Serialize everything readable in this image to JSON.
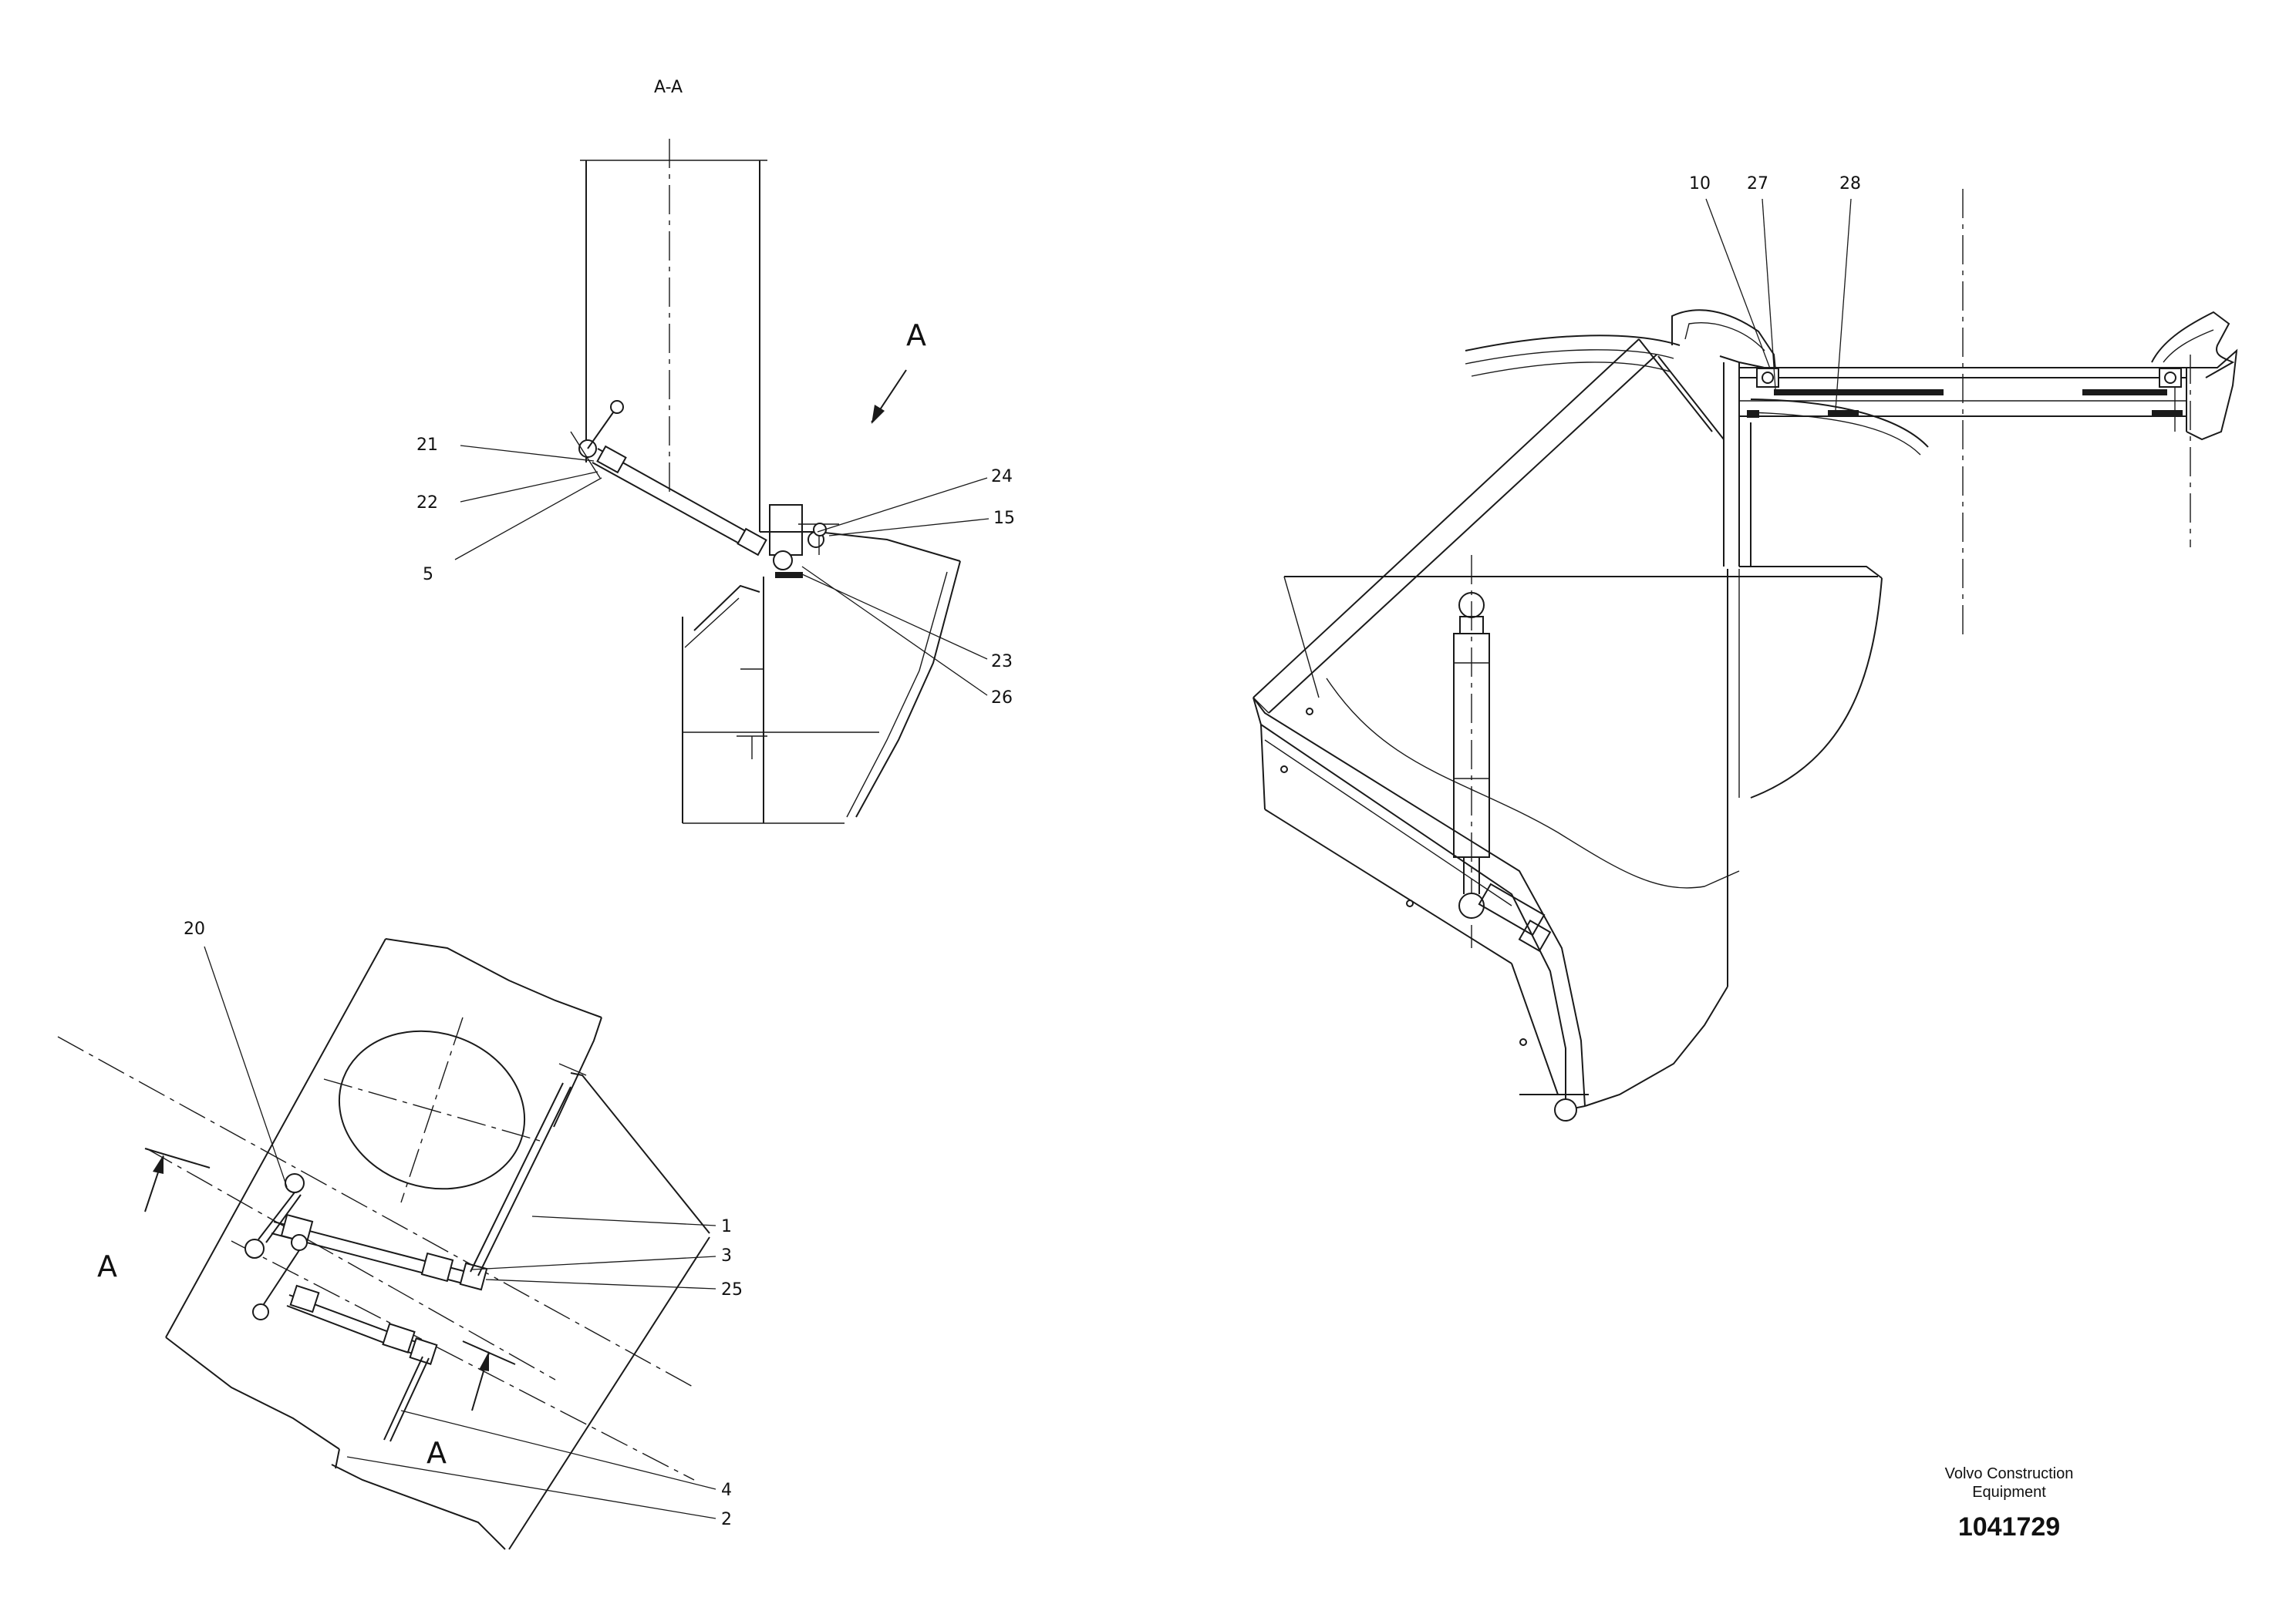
{
  "section_label": "A-A",
  "view_marker": "A",
  "callouts": {
    "c1": "1",
    "c2": "2",
    "c3": "3",
    "c4": "4",
    "c5": "5",
    "c10": "10",
    "c15": "15",
    "c20": "20",
    "c21": "21",
    "c22": "22",
    "c23": "23",
    "c24": "24",
    "c25": "25",
    "c26": "26",
    "c27": "27",
    "c28": "28"
  },
  "title_block": {
    "company_line1": "Volvo Construction",
    "company_line2": "Equipment",
    "document_number": "1041729"
  }
}
